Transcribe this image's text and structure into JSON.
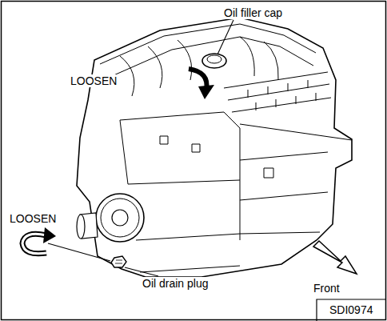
{
  "diagram": {
    "labels": [
      "Oil filler cap",
      "LOOSEN",
      "LOOSEN",
      "Oil drain plug",
      "Front",
      "SDI0974"
    ]
  }
}
